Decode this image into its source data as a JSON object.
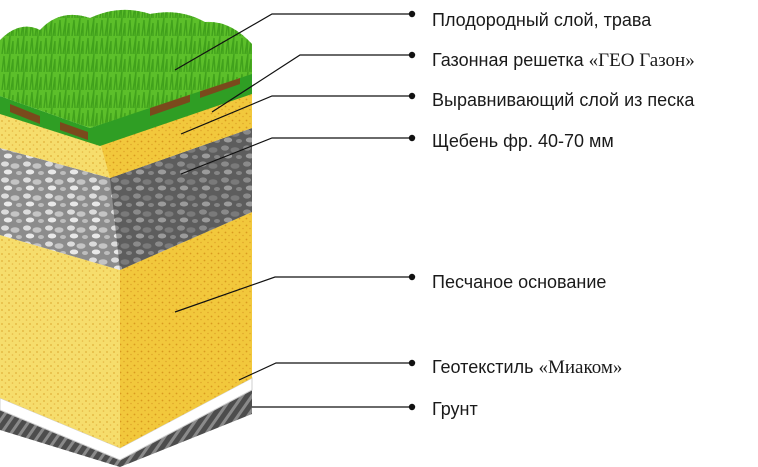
{
  "labels": [
    {
      "id": "grass",
      "text": "Плодородный слой, трава"
    },
    {
      "id": "lawn-grid",
      "text_a": "Газонная решетка ",
      "text_b": "«ГЕО Газон»"
    },
    {
      "id": "sand-leveling",
      "text": "Выравнивающий слой из песка"
    },
    {
      "id": "gravel",
      "text": "Щебень фр. 40-70 мм"
    },
    {
      "id": "sand-base",
      "text": "Песчаное основание"
    },
    {
      "id": "geotextile",
      "text_a": "Геотекстиль ",
      "text_b": "«Миаком»"
    },
    {
      "id": "soil",
      "text": "Грунт"
    }
  ],
  "colors": {
    "grass": "#4caf1f",
    "grid": "#2e9b2a",
    "sand": "#f0c73a",
    "gravel": "#6e6e6e",
    "geotextile": "#f4f4f4",
    "soil": "#5a5a5a",
    "leader": "#111111"
  }
}
